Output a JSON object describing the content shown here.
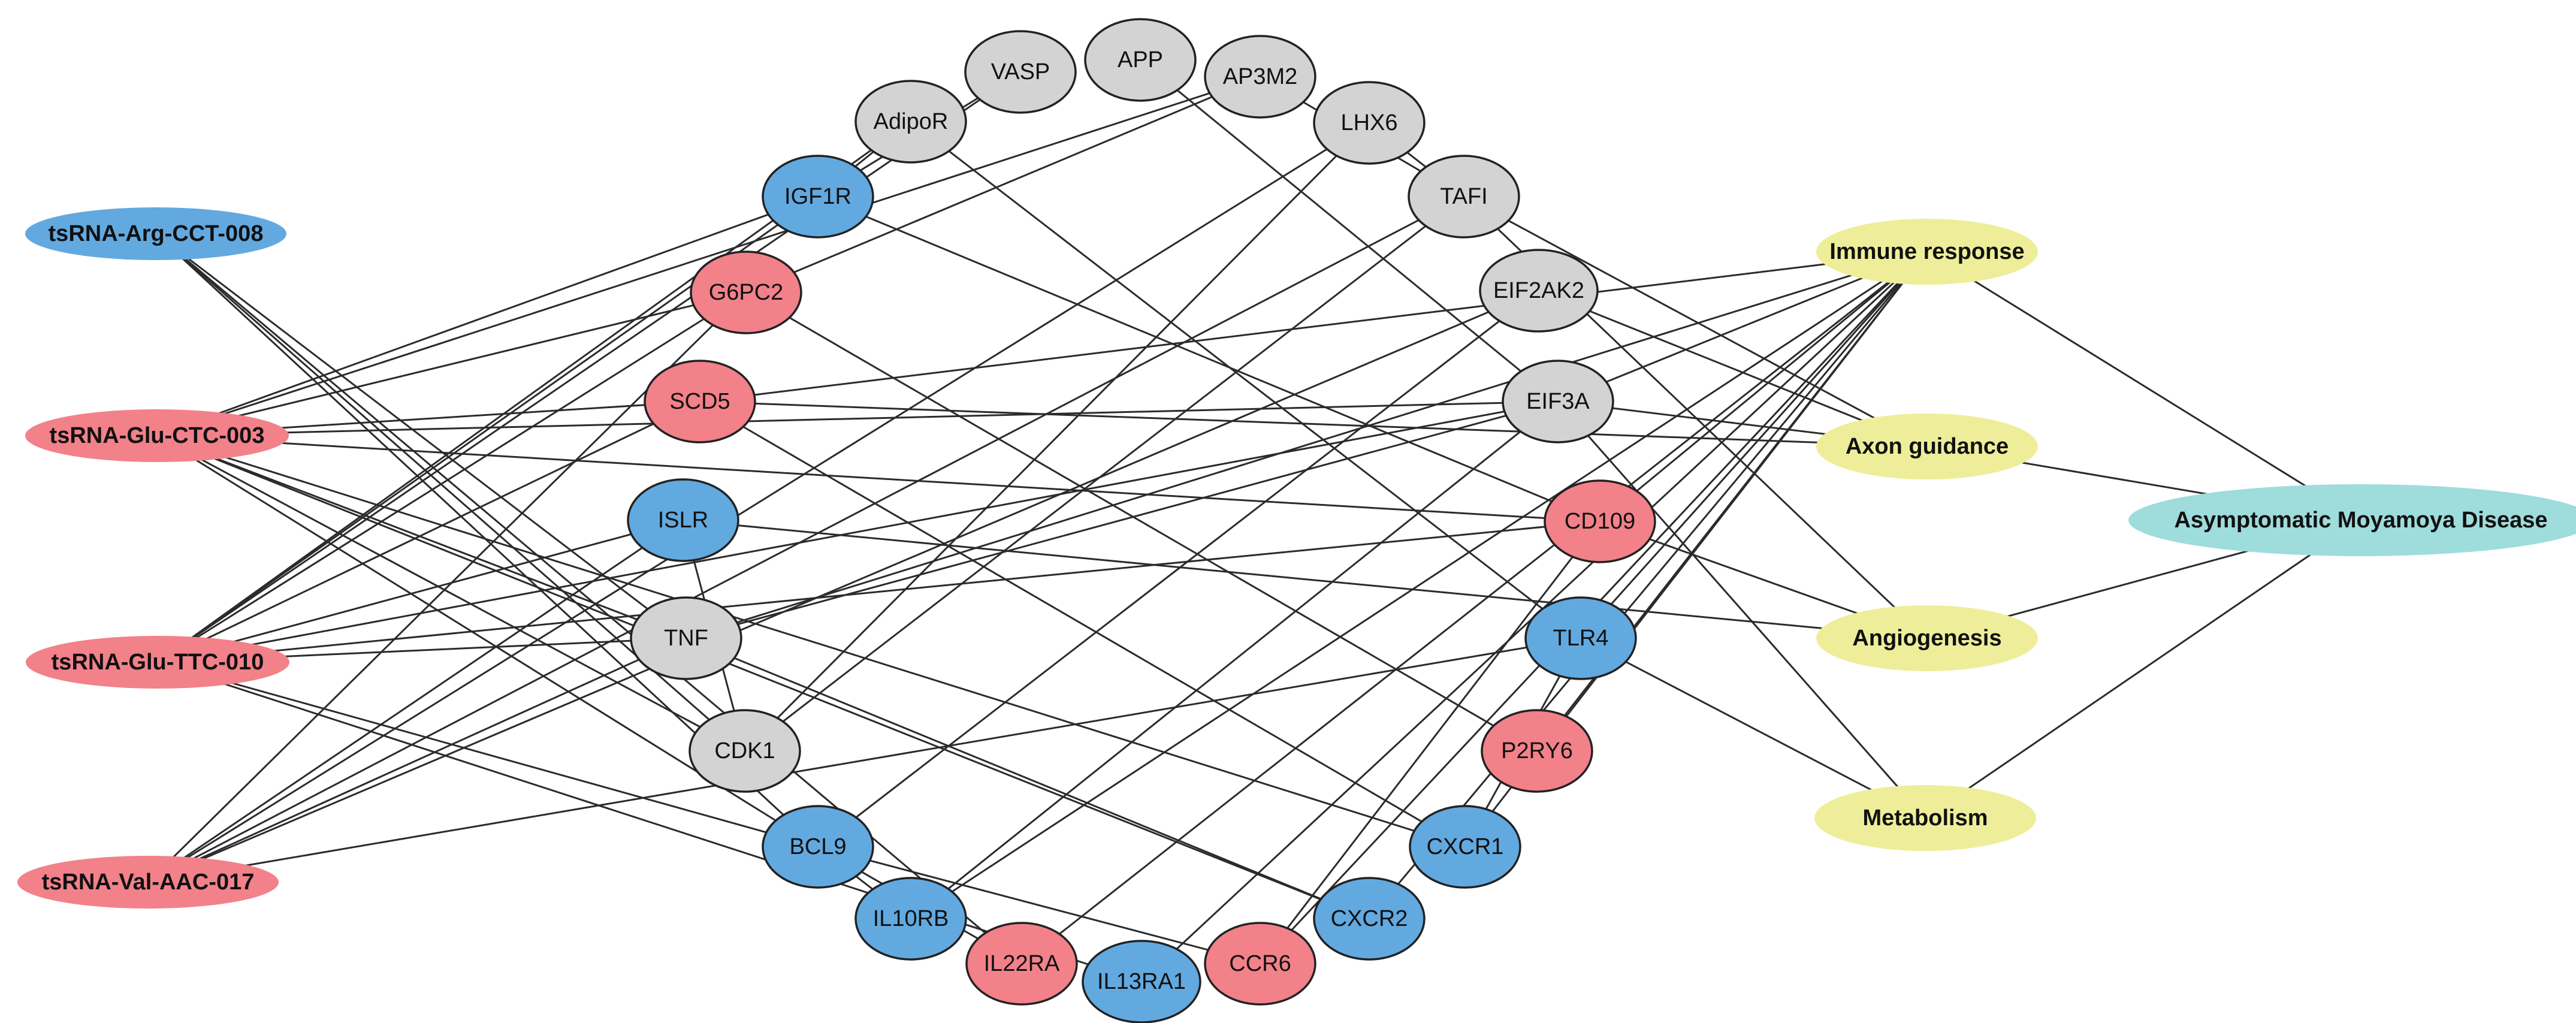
{
  "colors": {
    "tsrna_blue": "#62a9e0",
    "tsrna_red": "#f2818a",
    "gene_blue": "#62a9e0",
    "gene_red": "#f2818a",
    "gene_gray": "#d3d3d3",
    "pathway": "#eeee9a",
    "disease": "#9fdcdc"
  },
  "nodes": [
    {
      "id": "ts_arg",
      "label": "tsRNA-Arg-CCT-008",
      "kind": "tsrna",
      "color": "tsrna_blue"
    },
    {
      "id": "ts_glu_ctc",
      "label": "tsRNA-Glu-CTC-003",
      "kind": "tsrna",
      "color": "tsrna_red"
    },
    {
      "id": "ts_glu_ttc",
      "label": "tsRNA-Glu-TTC-010",
      "kind": "tsrna",
      "color": "tsrna_red"
    },
    {
      "id": "ts_val",
      "label": "tsRNA-Val-AAC-017",
      "kind": "tsrna",
      "color": "tsrna_red"
    },
    {
      "id": "APP",
      "label": "APP",
      "kind": "gene",
      "color": "gene_gray"
    },
    {
      "id": "VASP",
      "label": "VASP",
      "kind": "gene",
      "color": "gene_gray"
    },
    {
      "id": "AP3M2",
      "label": "AP3M2",
      "kind": "gene",
      "color": "gene_gray"
    },
    {
      "id": "AdipoR",
      "label": "AdipoR",
      "kind": "gene",
      "color": "gene_gray"
    },
    {
      "id": "LHX6",
      "label": "LHX6",
      "kind": "gene",
      "color": "gene_gray"
    },
    {
      "id": "IGF1R",
      "label": "IGF1R",
      "kind": "gene",
      "color": "gene_blue"
    },
    {
      "id": "TAFI",
      "label": "TAFI",
      "kind": "gene",
      "color": "gene_gray"
    },
    {
      "id": "G6PC2",
      "label": "G6PC2",
      "kind": "gene",
      "color": "gene_red"
    },
    {
      "id": "EIF2AK2",
      "label": "EIF2AK2",
      "kind": "gene",
      "color": "gene_gray"
    },
    {
      "id": "SCD5",
      "label": "SCD5",
      "kind": "gene",
      "color": "gene_red"
    },
    {
      "id": "EIF3A",
      "label": "EIF3A",
      "kind": "gene",
      "color": "gene_gray"
    },
    {
      "id": "ISLR",
      "label": "ISLR",
      "kind": "gene",
      "color": "gene_blue"
    },
    {
      "id": "CD109",
      "label": "CD109",
      "kind": "gene",
      "color": "gene_red"
    },
    {
      "id": "TNF",
      "label": "TNF",
      "kind": "gene",
      "color": "gene_gray"
    },
    {
      "id": "TLR4",
      "label": "TLR4",
      "kind": "gene",
      "color": "gene_blue"
    },
    {
      "id": "CDK1",
      "label": "CDK1",
      "kind": "gene",
      "color": "gene_gray"
    },
    {
      "id": "P2RY6",
      "label": "P2RY6",
      "kind": "gene",
      "color": "gene_red"
    },
    {
      "id": "BCL9",
      "label": "BCL9",
      "kind": "gene",
      "color": "gene_blue"
    },
    {
      "id": "CXCR1",
      "label": "CXCR1",
      "kind": "gene",
      "color": "gene_blue"
    },
    {
      "id": "IL10RB",
      "label": "IL10RB",
      "kind": "gene",
      "color": "gene_blue"
    },
    {
      "id": "CXCR2",
      "label": "CXCR2",
      "kind": "gene",
      "color": "gene_blue"
    },
    {
      "id": "IL22RA",
      "label": "IL22RA",
      "kind": "gene",
      "color": "gene_red"
    },
    {
      "id": "CCR6",
      "label": "CCR6",
      "kind": "gene",
      "color": "gene_red"
    },
    {
      "id": "IL13RA1",
      "label": "IL13RA1",
      "kind": "gene",
      "color": "gene_blue"
    },
    {
      "id": "immune",
      "label": "Immune response",
      "kind": "pathway",
      "color": "pathway"
    },
    {
      "id": "axon",
      "label": "Axon guidance",
      "kind": "pathway",
      "color": "pathway"
    },
    {
      "id": "angio",
      "label": "Angiogenesis",
      "kind": "pathway",
      "color": "pathway"
    },
    {
      "id": "metab",
      "label": "Metabolism",
      "kind": "pathway",
      "color": "pathway"
    },
    {
      "id": "disease",
      "label": "Asymptomatic Moyamoya Disease",
      "kind": "disease",
      "color": "disease"
    }
  ],
  "edges": [
    [
      "ts_arg",
      "TNF"
    ],
    [
      "ts_arg",
      "CDK1"
    ],
    [
      "ts_arg",
      "BCL9"
    ],
    [
      "ts_arg",
      "IL22RA"
    ],
    [
      "ts_glu_ctc",
      "G6PC2"
    ],
    [
      "ts_glu_ctc",
      "AP3M2"
    ],
    [
      "ts_glu_ctc",
      "SCD5"
    ],
    [
      "ts_glu_ctc",
      "CD109"
    ],
    [
      "ts_glu_ctc",
      "TNF"
    ],
    [
      "ts_glu_ctc",
      "CDK1"
    ],
    [
      "ts_glu_ctc",
      "BCL9"
    ],
    [
      "ts_glu_ctc",
      "CXCR1"
    ],
    [
      "ts_glu_ctc",
      "CXCR2"
    ],
    [
      "ts_glu_ctc",
      "EIF3A"
    ],
    [
      "ts_glu_ctc",
      "IGF1R"
    ],
    [
      "ts_glu_ttc",
      "IGF1R"
    ],
    [
      "ts_glu_ttc",
      "G6PC2"
    ],
    [
      "ts_glu_ttc",
      "AdipoR"
    ],
    [
      "ts_glu_ttc",
      "VASP"
    ],
    [
      "ts_glu_ttc",
      "ISLR"
    ],
    [
      "ts_glu_ttc",
      "TNF"
    ],
    [
      "ts_glu_ttc",
      "SCD5"
    ],
    [
      "ts_glu_ttc",
      "BCL9"
    ],
    [
      "ts_glu_ttc",
      "CD109"
    ],
    [
      "ts_glu_ttc",
      "EIF3A"
    ],
    [
      "ts_glu_ttc",
      "IL13RA1"
    ],
    [
      "ts_val",
      "G6PC2"
    ],
    [
      "ts_val",
      "ISLR"
    ],
    [
      "ts_val",
      "TLR4"
    ],
    [
      "ts_val",
      "TNF"
    ],
    [
      "ts_val",
      "EIF2AK2"
    ],
    [
      "ts_val",
      "LHX6"
    ],
    [
      "ts_val",
      "TAFI"
    ],
    [
      "IGF1R",
      "AdipoR"
    ],
    [
      "IGF1R",
      "VASP"
    ],
    [
      "IGF1R",
      "CD109"
    ],
    [
      "G6PC2",
      "AP3M2"
    ],
    [
      "G6PC2",
      "P2RY6"
    ],
    [
      "AdipoR",
      "TLR4"
    ],
    [
      "APP",
      "EIF3A"
    ],
    [
      "AP3M2",
      "TAFI"
    ],
    [
      "LHX6",
      "TAFI"
    ],
    [
      "TAFI",
      "axon"
    ],
    [
      "TAFI",
      "angio"
    ],
    [
      "SCD5",
      "axon"
    ],
    [
      "SCD5",
      "CXCR1"
    ],
    [
      "ISLR",
      "angio"
    ],
    [
      "ISLR",
      "CDK1"
    ],
    [
      "TNF",
      "EIF3A"
    ],
    [
      "TNF",
      "CXCR2"
    ],
    [
      "CDK1",
      "LHX6"
    ],
    [
      "CDK1",
      "TAFI"
    ],
    [
      "EIF2AK2",
      "axon"
    ],
    [
      "EIF3A",
      "metab"
    ],
    [
      "EIF3A",
      "axon"
    ],
    [
      "EIF3A",
      "IL10RB"
    ],
    [
      "CD109",
      "angio"
    ],
    [
      "CD109",
      "CCR6"
    ],
    [
      "TLR4",
      "metab"
    ],
    [
      "TLR4",
      "CXCR1"
    ],
    [
      "BCL9",
      "IL10RB"
    ],
    [
      "BCL9",
      "IL22RA"
    ],
    [
      "BCL9",
      "CCR6"
    ],
    [
      "BCL9",
      "EIF2AK2"
    ],
    [
      "immune",
      "EIF3A"
    ],
    [
      "immune",
      "CD109"
    ],
    [
      "immune",
      "TLR4"
    ],
    [
      "immune",
      "P2RY6"
    ],
    [
      "immune",
      "CXCR1"
    ],
    [
      "immune",
      "CXCR2"
    ],
    [
      "immune",
      "IL10RB"
    ],
    [
      "immune",
      "IL22RA"
    ],
    [
      "immune",
      "CCR6"
    ],
    [
      "immune",
      "IL13RA1"
    ],
    [
      "immune",
      "TNF"
    ],
    [
      "immune",
      "SCD5"
    ],
    [
      "immune",
      "disease"
    ],
    [
      "axon",
      "disease"
    ],
    [
      "angio",
      "disease"
    ],
    [
      "metab",
      "disease"
    ]
  ]
}
